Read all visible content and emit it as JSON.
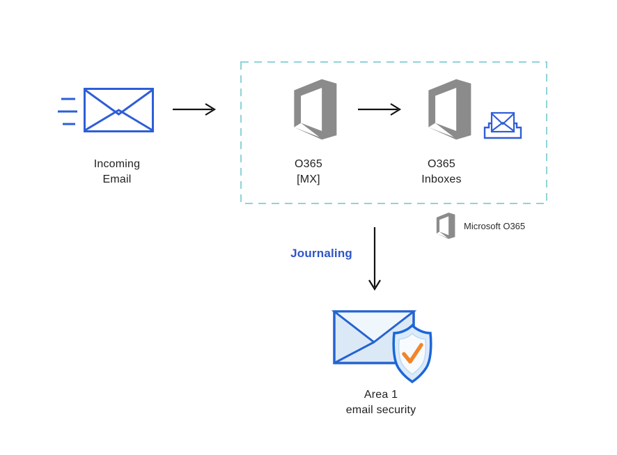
{
  "nodes": {
    "incoming_email": {
      "line1": "Incoming",
      "line2": "Email"
    },
    "o365_mx": {
      "line1": "O365",
      "line2": "[MX]"
    },
    "o365_inboxes": {
      "line1": "O365",
      "line2": "Inboxes"
    },
    "area1": {
      "line1": "Area 1",
      "line2": "email security"
    }
  },
  "labels": {
    "journaling": "Journaling",
    "legend": "Microsoft O365"
  },
  "icons": {
    "incoming-email-icon": "blue outlined envelope with motion speed lines",
    "office365-icon": "gray Microsoft Office 365 logo",
    "inbox-tray-icon": "blue envelope in inbox tray",
    "area1-security-icon": "envelope with shield and orange checkmark",
    "arrow-right-icon": "black right arrow",
    "arrow-down-icon": "black down arrow"
  },
  "colors": {
    "blue": "#2e5ed6",
    "area_blue": "#2563d0",
    "shield_blue": "#1b66d9",
    "journaling_blue": "#2e55c5",
    "teal": "#8fd3d8",
    "gray": "#8b8b8b",
    "orange": "#f0862b",
    "envelope_fill": "#dbe9f7",
    "flap_fill": "#eff6fc",
    "shield_fill": "#dcebfa",
    "shield_inner": "#f8fbfe",
    "arrow": "#111111",
    "text": "#1f1f1f"
  }
}
